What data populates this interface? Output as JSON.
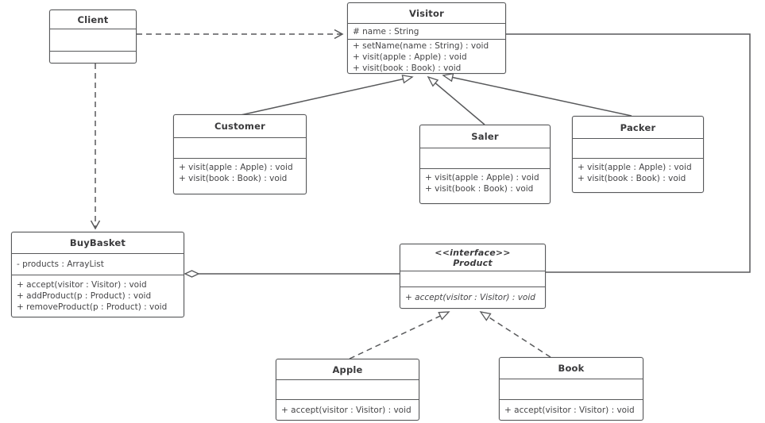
{
  "diagram_type": "uml-class-diagram",
  "colors": {
    "background": "#ffffff",
    "box_fill": "#ffffff",
    "box_border": "#58595b",
    "line": "#58595b",
    "title_text": "#3a3a3c",
    "member_text": "#454547"
  },
  "classes": {
    "client": {
      "name": "Client",
      "attributes": [],
      "methods": []
    },
    "visitor": {
      "name": "Visitor",
      "attributes": [
        "# name : String"
      ],
      "methods": [
        "+ setName(name : String) : void",
        "+ visit(apple : Apple) : void",
        "+ visit(book : Book) : void"
      ]
    },
    "customer": {
      "name": "Customer",
      "attributes": [],
      "methods": [
        "+ visit(apple : Apple) : void",
        "+ visit(book : Book) : void"
      ]
    },
    "saler": {
      "name": "Saler",
      "attributes": [],
      "methods": [
        "+ visit(apple : Apple) : void",
        "+ visit(book : Book) : void"
      ]
    },
    "packer": {
      "name": "Packer",
      "attributes": [],
      "methods": [
        "+ visit(apple : Apple) : void",
        "+ visit(book : Book) : void"
      ]
    },
    "buybasket": {
      "name": "BuyBasket",
      "attributes": [
        "- products : ArrayList"
      ],
      "methods": [
        "+ accept(visitor : Visitor) : void",
        "+ addProduct(p : Product) : void",
        "+ removeProduct(p : Product) : void"
      ]
    },
    "product": {
      "stereotype": "<<interface>>",
      "name": "Product",
      "attributes": [],
      "methods": [
        "+ accept(visitor : Visitor) : void"
      ]
    },
    "apple": {
      "name": "Apple",
      "attributes": [],
      "methods": [
        "+ accept(visitor : Visitor) : void"
      ]
    },
    "book": {
      "name": "Book",
      "attributes": [],
      "methods": [
        "+ accept(visitor : Visitor) : void"
      ]
    }
  },
  "relationships": [
    {
      "type": "dependency",
      "from": "Client",
      "to": "Visitor",
      "line": "dashed",
      "arrow": "open"
    },
    {
      "type": "dependency",
      "from": "Client",
      "to": "BuyBasket",
      "line": "dashed",
      "arrow": "open"
    },
    {
      "type": "generalization",
      "from": "Customer",
      "to": "Visitor",
      "line": "solid",
      "arrow": "hollow-triangle"
    },
    {
      "type": "generalization",
      "from": "Saler",
      "to": "Visitor",
      "line": "solid",
      "arrow": "hollow-triangle"
    },
    {
      "type": "generalization",
      "from": "Packer",
      "to": "Visitor",
      "line": "solid",
      "arrow": "hollow-triangle"
    },
    {
      "type": "aggregation",
      "whole": "BuyBasket",
      "part": "Product",
      "line": "solid",
      "arrow": "hollow-diamond-at-whole"
    },
    {
      "type": "association",
      "from": "Product",
      "to": "Visitor",
      "line": "solid",
      "arrow": "none"
    },
    {
      "type": "realization",
      "from": "Apple",
      "to": "Product",
      "line": "dashed",
      "arrow": "hollow-triangle"
    },
    {
      "type": "realization",
      "from": "Book",
      "to": "Product",
      "line": "dashed",
      "arrow": "hollow-triangle"
    }
  ]
}
